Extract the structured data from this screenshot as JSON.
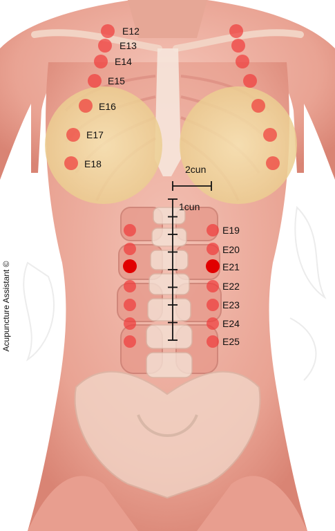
{
  "colors": {
    "point": "#ef3a3a",
    "point_highlight": "#e10000",
    "muscle": "#e89a8a",
    "muscle_dark": "#c9706a",
    "breast": "#f3dca0",
    "bone": "#f4e1d5",
    "tick_line": "#111111"
  },
  "diagram": {
    "points_left": [
      {
        "code": "E12"
      },
      {
        "code": "E13"
      },
      {
        "code": "E14"
      },
      {
        "code": "E15"
      },
      {
        "code": "E16"
      },
      {
        "code": "E17"
      },
      {
        "code": "E18"
      }
    ],
    "points_right": [
      {
        "code": "E19"
      },
      {
        "code": "E20"
      },
      {
        "code": "E21",
        "highlight": true
      },
      {
        "code": "E22"
      },
      {
        "code": "E23"
      },
      {
        "code": "E24"
      },
      {
        "code": "E25"
      }
    ],
    "measure_2cun": "2cun",
    "measure_1cun": "1cun",
    "cun_ticks": 9
  },
  "credit": "Acupuncture Assistant ©"
}
